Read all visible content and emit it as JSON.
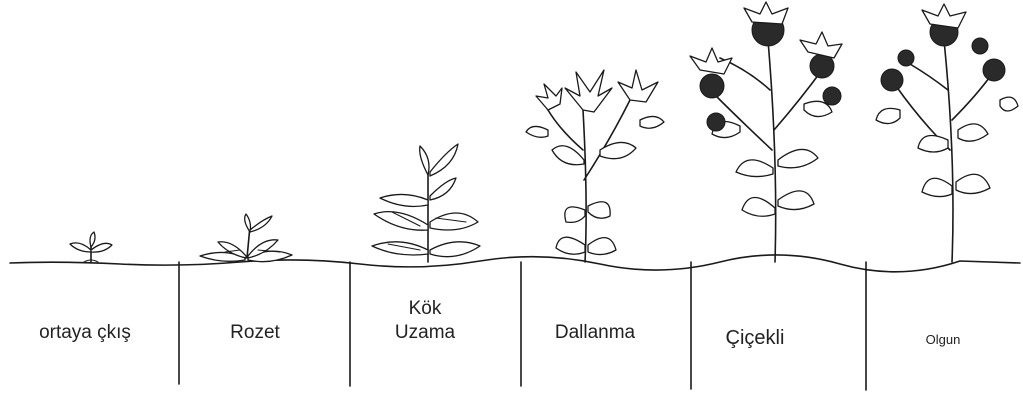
{
  "stages": [
    {
      "id": "emergence",
      "label": "ortaya çkış"
    },
    {
      "id": "rosette",
      "label": "Rozet"
    },
    {
      "id": "bolting",
      "label_line1": "Kök",
      "label_line2": "Uzama"
    },
    {
      "id": "branching",
      "label": "Dallanma"
    },
    {
      "id": "flowering",
      "label": "Çiçekli"
    },
    {
      "id": "mature",
      "label": "Olgun"
    }
  ]
}
